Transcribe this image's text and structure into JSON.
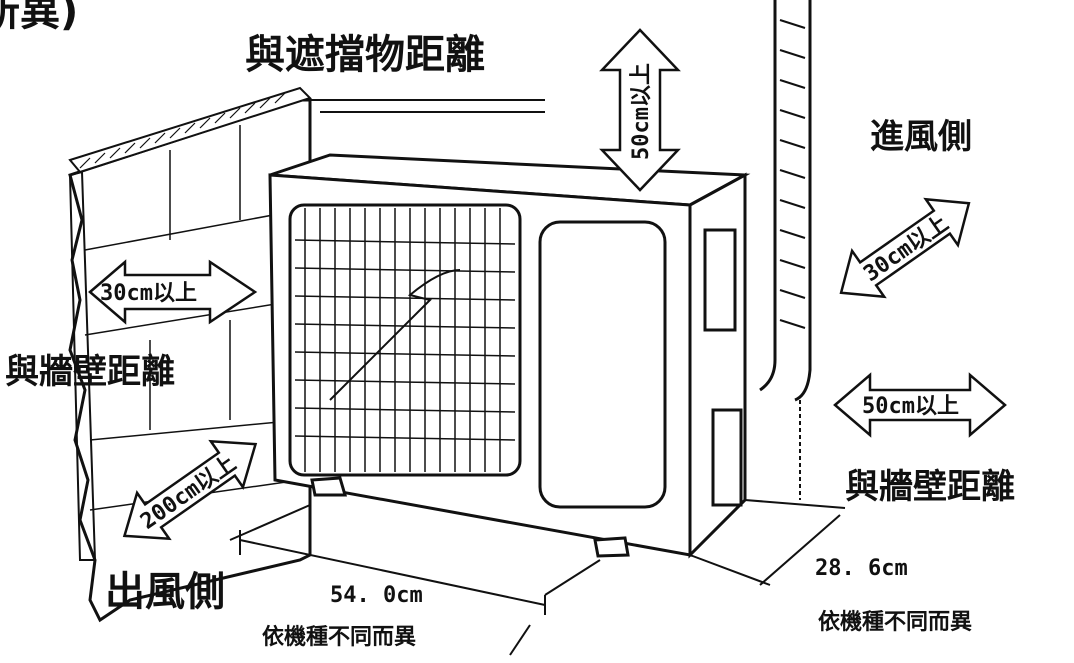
{
  "labels": {
    "top_clip": "所異)",
    "obstacle_distance": "與遮擋物距離",
    "intake_side": "進風側",
    "wall_distance_left": "與牆壁距離",
    "wall_distance_right": "與牆壁距離",
    "outlet_side": "出風側",
    "width_dim": "54. 0cm",
    "depth_dim": "28. 6cm",
    "varies_left": "依機種不同而異",
    "varies_right": "依機種不同而異"
  },
  "arrows": {
    "top_clearance": "50cm以上",
    "left_wall_clearance": "30cm以上",
    "outlet_clearance": "200cm以上",
    "intake_clearance": "30cm以上",
    "right_wall_clearance": "50cm以上"
  },
  "colors": {
    "line": "#111111",
    "background": "#ffffff"
  }
}
